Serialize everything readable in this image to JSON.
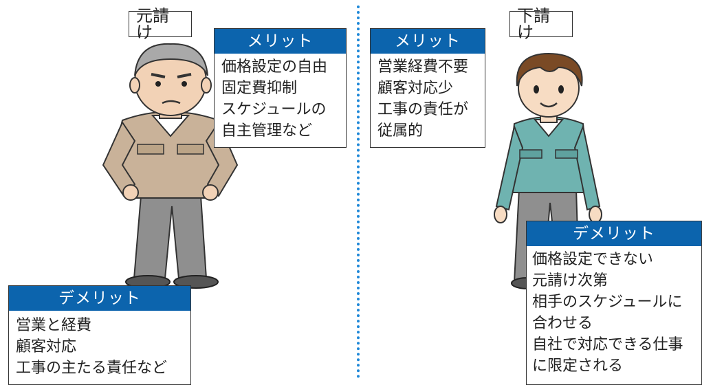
{
  "left": {
    "role_label": "元請け",
    "merit": {
      "header": "メリット",
      "lines": [
        "価格設定の自由",
        "固定費抑制",
        "スケジュールの",
        "自主管理など"
      ]
    },
    "demerit": {
      "header": "デメリット",
      "lines": [
        "営業と経費",
        "顧客対応",
        "工事の主たる責任など"
      ]
    }
  },
  "right": {
    "role_label": "下請け",
    "merit": {
      "header": "メリット",
      "lines": [
        "営業経費不要",
        "顧客対応少",
        "工事の責任が",
        "従属的"
      ]
    },
    "demerit": {
      "header": "デメリット",
      "lines": [
        "価格設定できない",
        "元請け次第",
        "相手のスケジュールに",
        "合わせる",
        "自社で対応できる仕事",
        "に限定される"
      ]
    }
  },
  "colors": {
    "header_blue": "#0c64ad",
    "divider_blue": "#1e88d8",
    "left_jacket": "#c9b299",
    "right_jacket": "#6fb3b0",
    "pants_gray": "#8f8f8f"
  },
  "icons": {
    "left_figure": "older-worker-illustration",
    "right_figure": "young-worker-illustration"
  }
}
